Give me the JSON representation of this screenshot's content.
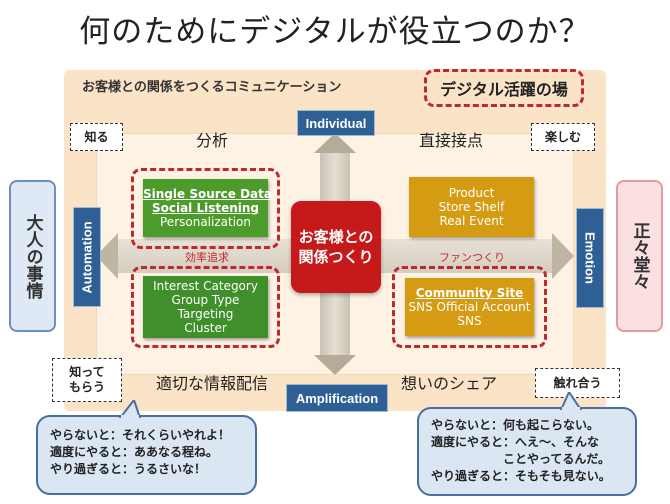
{
  "title": "何のためにデジタルが役立つのか？",
  "banner": "お客様との関係をつくるコミュニケーション",
  "digital_area_label": "デジタル活躍の場",
  "axes": {
    "top": "Individual",
    "bottom": "Amplification",
    "left": "Automation",
    "right": "Emotion"
  },
  "side_labels": {
    "left": "大人の事情",
    "right": "正々堂々"
  },
  "corner_boxes": {
    "top_left": "知る",
    "top_right": "楽しむ",
    "bottom_left": "知って\nもらう",
    "bottom_right": "触れ合う"
  },
  "quadrant_titles": {
    "top_left": "分析",
    "top_right": "直接接点",
    "bottom_left": "適切な情報配信",
    "bottom_right": "想いのシェア"
  },
  "hub": "お客様との\n関係つくり",
  "bars": {
    "left": "効率追求",
    "right": "ファンつくり"
  },
  "cells": {
    "top_left": [
      "Single Source Data",
      "Social Listening",
      "Personalization"
    ],
    "bottom_left": [
      "Interest Category",
      "Group Type",
      "Targeting",
      "Cluster"
    ],
    "top_right": [
      "Product",
      "Store Shelf",
      "Real Event"
    ],
    "bottom_right": [
      "Community Site",
      "SNS Official Account",
      "SNS"
    ]
  },
  "bubbles": {
    "left": [
      "やらないと：それくらいやれよ！",
      "適度にやると：ああなる程ね。",
      "やり過ぎると：うるさいな！"
    ],
    "right": [
      "やらないと：何も起こらない。",
      "適度にやると：へえ～、そんな",
      "　　　　　　ことやってるんだ。",
      "やり過ぎると：そもそも見ない。"
    ]
  },
  "colors": {
    "accent_red": "#c61a1a",
    "dashed_red": "#c0282f",
    "axis_blue": "#2e5f95",
    "green": "#3f8f2a",
    "gold": "#d59b12",
    "frame": "#fbe3c7"
  }
}
